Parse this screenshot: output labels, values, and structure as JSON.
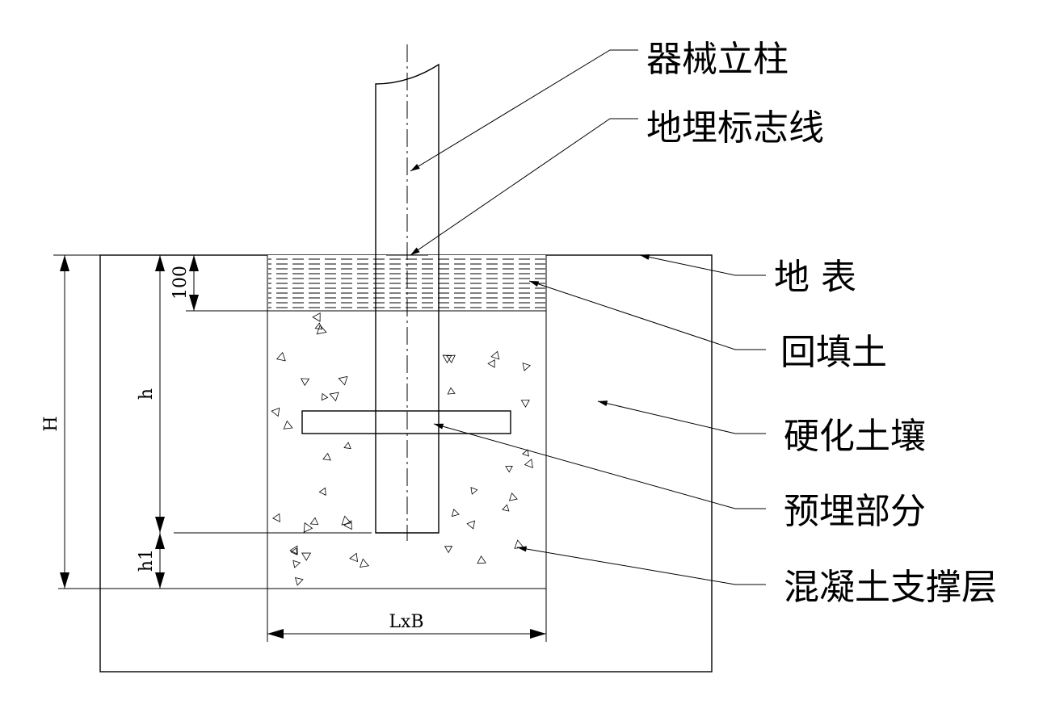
{
  "labels": {
    "column": "器械立柱",
    "burial_mark": "地埋标志线",
    "ground_surface": "地 表",
    "backfill": "回填土",
    "hardened_soil": "硬化土壤",
    "embedded_part": "预埋部分",
    "concrete_layer": "混凝土支撑层"
  },
  "dimensions": {
    "depth_total": "H",
    "depth_embed": "h",
    "depth_base": "h1",
    "depth_fill": "100",
    "plan_size": "LxB"
  },
  "colors": {
    "line": "#000000",
    "background": "#ffffff"
  }
}
